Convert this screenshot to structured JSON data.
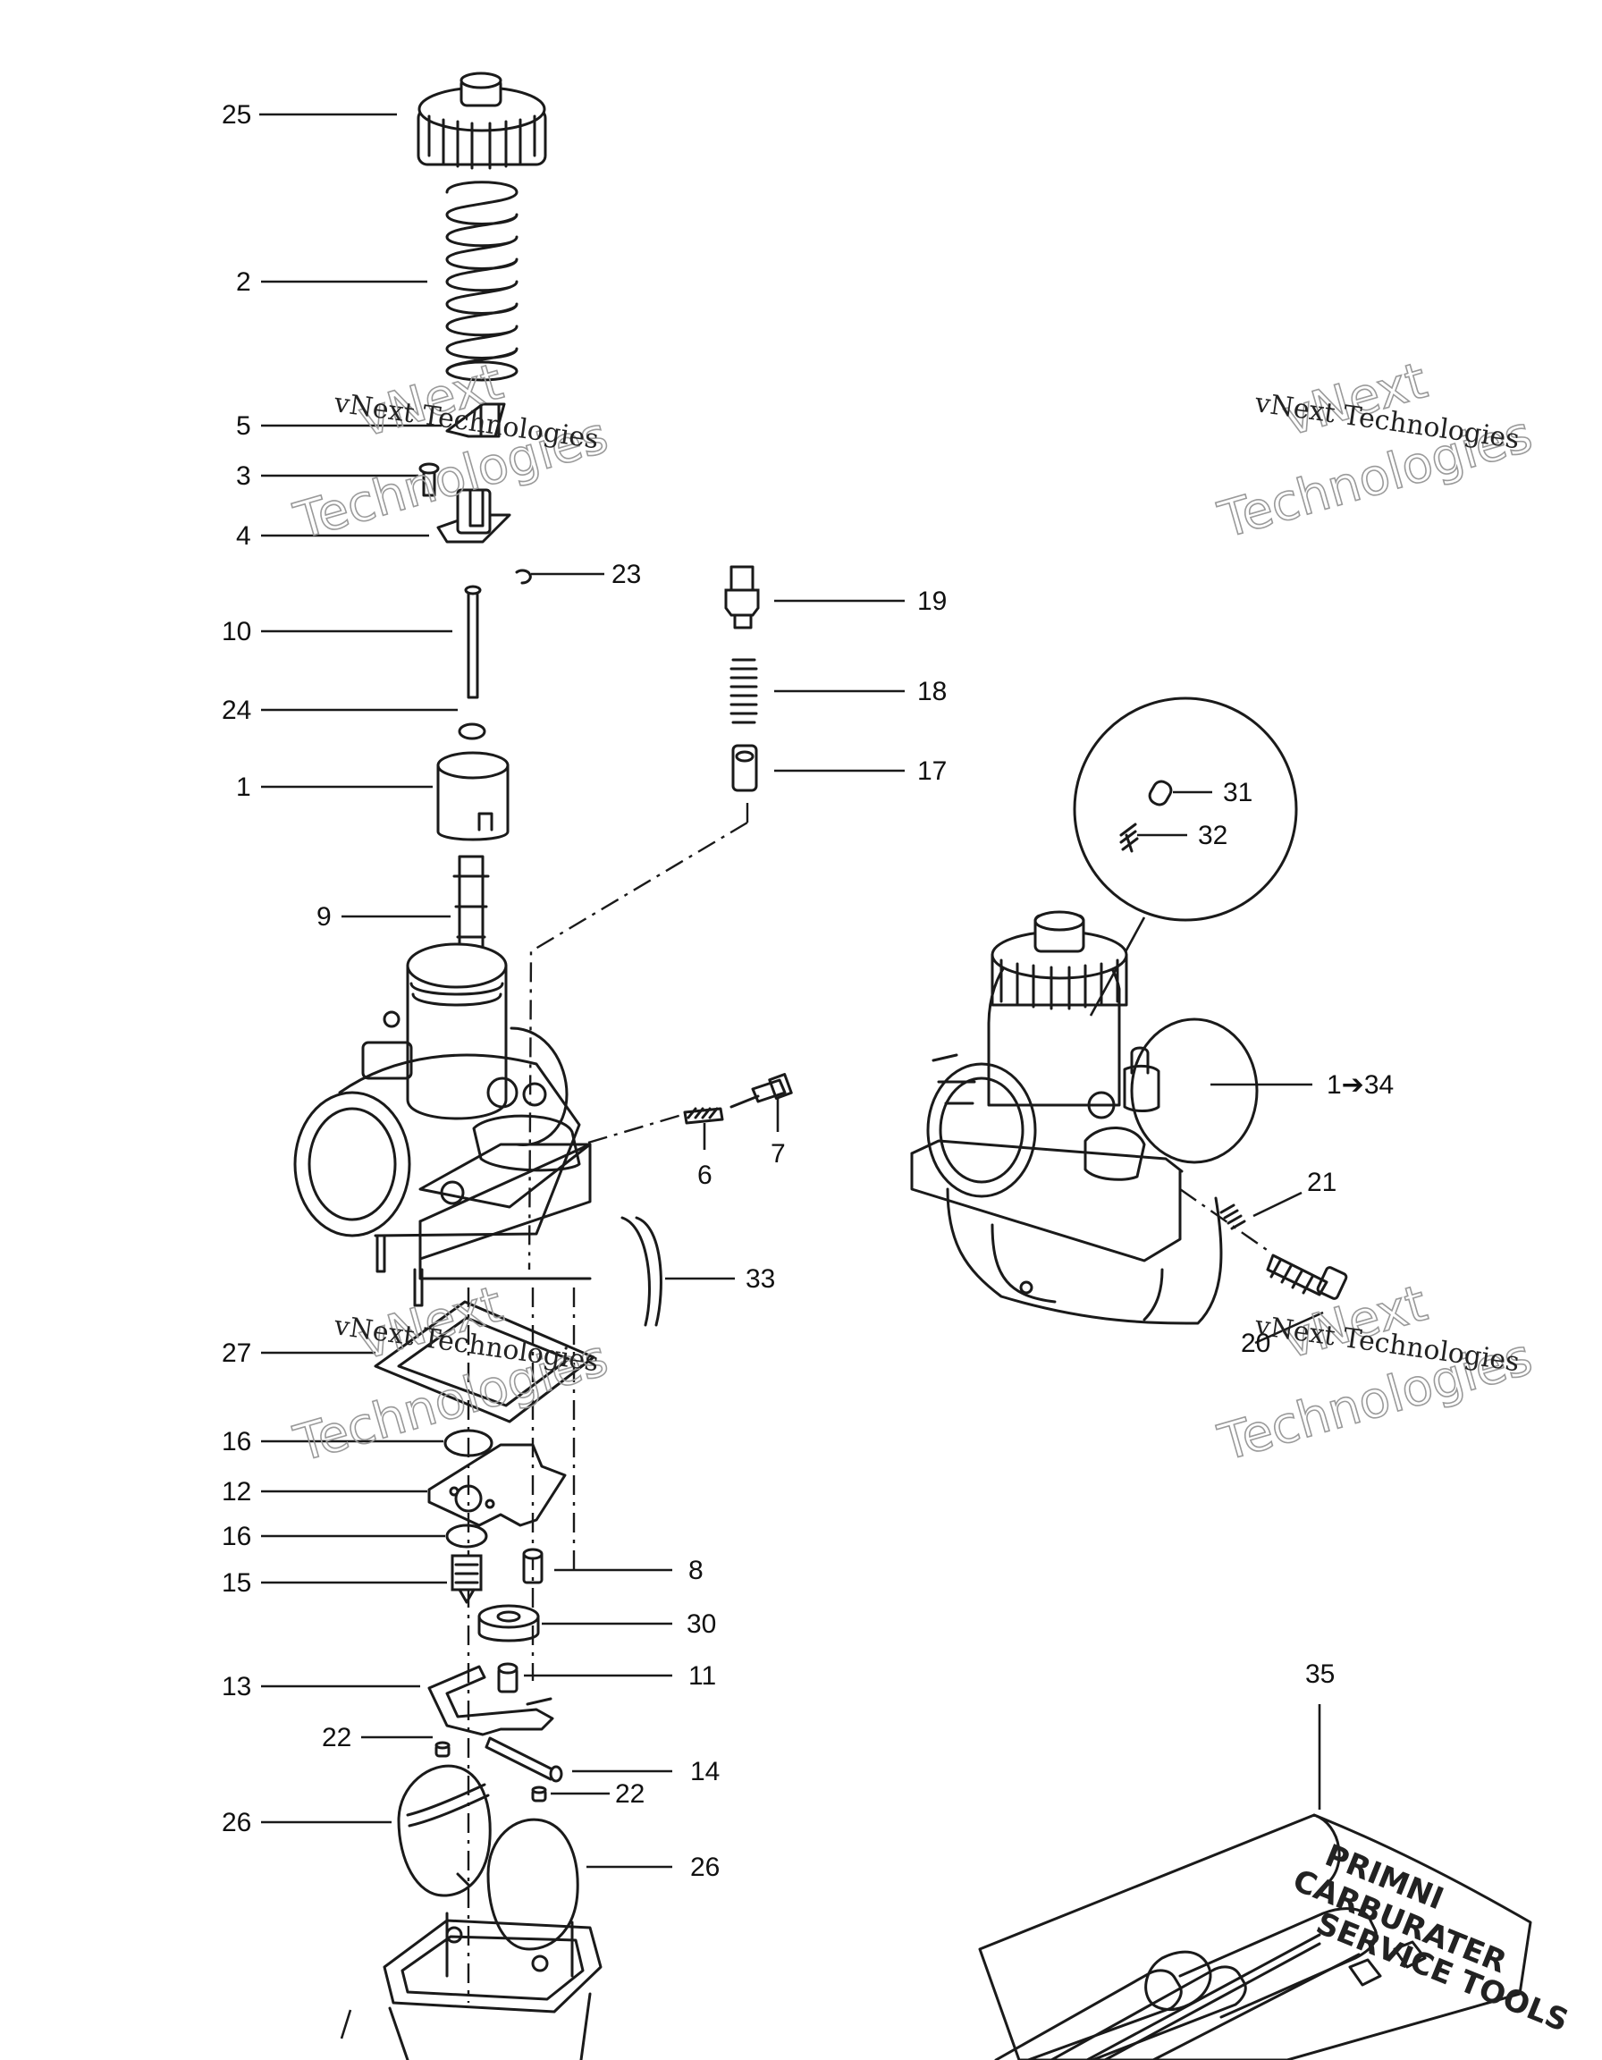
{
  "callouts": [
    {
      "id": "25",
      "label": "25"
    },
    {
      "id": "2",
      "label": "2"
    },
    {
      "id": "5",
      "label": "5"
    },
    {
      "id": "3",
      "label": "3"
    },
    {
      "id": "4",
      "label": "4"
    },
    {
      "id": "23",
      "label": "23"
    },
    {
      "id": "10",
      "label": "10"
    },
    {
      "id": "19",
      "label": "19"
    },
    {
      "id": "18",
      "label": "18"
    },
    {
      "id": "24",
      "label": "24"
    },
    {
      "id": "1",
      "label": "1"
    },
    {
      "id": "17",
      "label": "17"
    },
    {
      "id": "31",
      "label": "31"
    },
    {
      "id": "32",
      "label": "32"
    },
    {
      "id": "9",
      "label": "9"
    },
    {
      "id": "1-34",
      "label": "1➔34"
    },
    {
      "id": "6",
      "label": "6"
    },
    {
      "id": "7",
      "label": "7"
    },
    {
      "id": "21",
      "label": "21"
    },
    {
      "id": "33",
      "label": "33"
    },
    {
      "id": "20",
      "label": "20"
    },
    {
      "id": "27",
      "label": "27"
    },
    {
      "id": "16a",
      "label": "16"
    },
    {
      "id": "12",
      "label": "12"
    },
    {
      "id": "16b",
      "label": "16"
    },
    {
      "id": "8",
      "label": "8"
    },
    {
      "id": "15",
      "label": "15"
    },
    {
      "id": "30",
      "label": "30"
    },
    {
      "id": "11",
      "label": "11"
    },
    {
      "id": "13",
      "label": "13"
    },
    {
      "id": "35",
      "label": "35"
    },
    {
      "id": "22a",
      "label": "22"
    },
    {
      "id": "14",
      "label": "14"
    },
    {
      "id": "22b",
      "label": "22"
    },
    {
      "id": "26a",
      "label": "26"
    },
    {
      "id": "26b",
      "label": "26"
    }
  ],
  "watermark": {
    "line1": "vNext Technologies",
    "big_top": "vNext",
    "big_bottom": "Technologies"
  },
  "tool_kit": {
    "line1": "PRIMNI",
    "line2": "CARBURATER",
    "line3": "SERVICE TOOLS"
  }
}
